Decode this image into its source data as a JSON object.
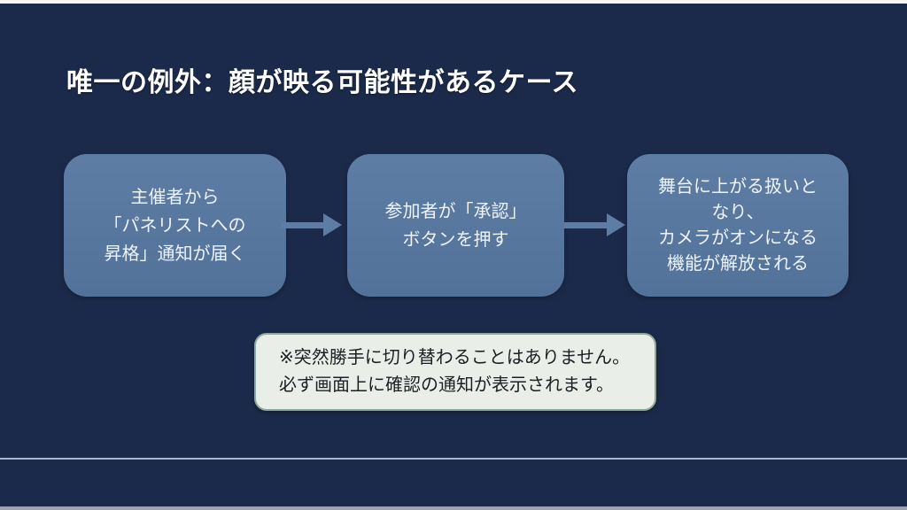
{
  "slide": {
    "title": "唯一の例外：顔が映る可能性があるケース",
    "steps": [
      {
        "lines": [
          "主催者から",
          "「パネリストへの",
          "昇格」通知が届く"
        ]
      },
      {
        "lines": [
          "参加者が「承認」",
          "ボタンを押す"
        ]
      },
      {
        "lines": [
          "舞台に上がる扱いと",
          "なり、",
          "カメラがオンになる",
          "機能が解放される"
        ]
      }
    ],
    "note": {
      "lines": [
        "※突然勝手に切り替わることはありません。",
        "必ず画面上に確認の通知が表示されます。"
      ]
    },
    "colors": {
      "background": "#1b2a4a",
      "step_box_fill": "#54749c",
      "arrow": "#5d7da5",
      "note_background": "#e9eee8",
      "note_border": "#8fa89c",
      "divider": "#a9b8d0",
      "title_text": "#ffffff",
      "note_text": "#1c1f24"
    }
  }
}
